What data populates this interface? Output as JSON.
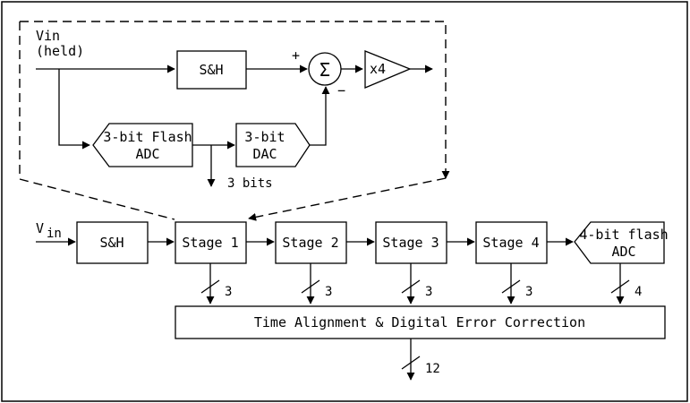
{
  "detail": {
    "vin_label": "Vin",
    "held_label": "(held)",
    "sh_label": "S&H",
    "sum_symbol": "Σ",
    "plus": "+",
    "minus": "−",
    "gain_label": "x4",
    "flash_adc_label": [
      "3-bit Flash",
      "ADC"
    ],
    "dac_label": [
      "3-bit",
      "DAC"
    ],
    "bits_out_label": "3 bits"
  },
  "pipeline": {
    "vin_label": "V",
    "vin_sub": "in",
    "sh_label": "S&H",
    "stages": [
      "Stage 1",
      "Stage 2",
      "Stage 3",
      "Stage 4"
    ],
    "final_adc_label": [
      "4-bit flash",
      "ADC"
    ],
    "bus_widths": [
      "3",
      "3",
      "3",
      "3",
      "4"
    ],
    "correction_label": "Time Alignment & Digital Error Correction",
    "output_width": "12"
  }
}
